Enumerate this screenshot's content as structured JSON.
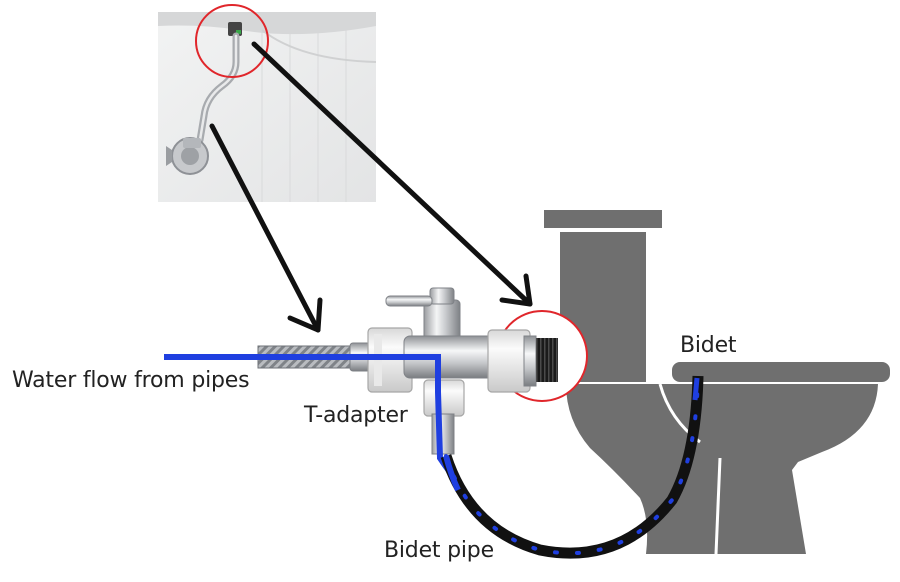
{
  "labels": {
    "water_flow": "Water flow from pipes",
    "t_adapter": "T-adapter",
    "bidet": "Bidet",
    "bidet_pipe": "Bidet pipe"
  },
  "colors": {
    "water_line": "#1f3fe0",
    "bidet_pipe": "#111111",
    "pipe_dots": "#1f3fe0",
    "toilet": "#6f6f6f",
    "highlight_circle": "#e0262b",
    "arrow": "#111111",
    "photo_background": "#eceded"
  },
  "icons": {
    "photo": "wall-valve-photo",
    "toilet": "toilet-silhouette",
    "adapter": "chrome-t-adapter",
    "hose": "braided-hose"
  }
}
